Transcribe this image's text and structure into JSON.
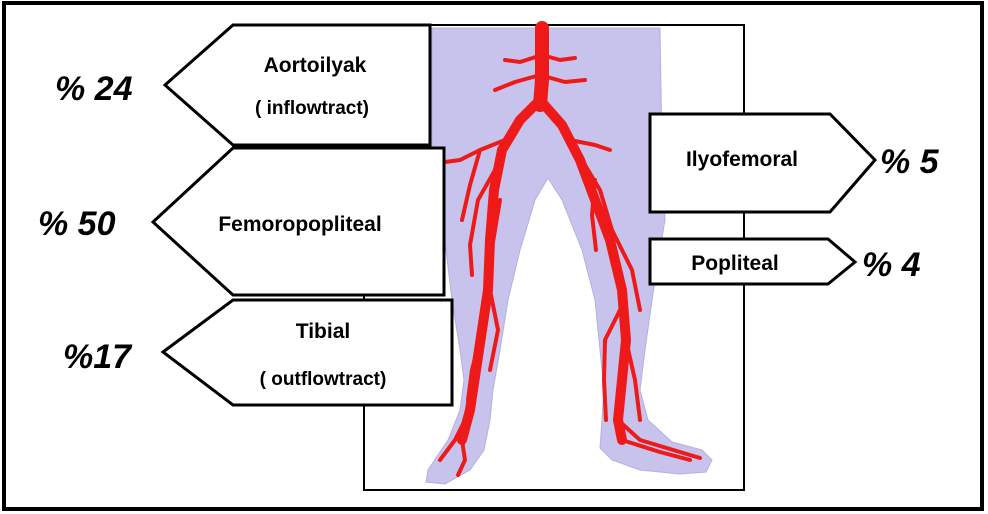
{
  "regions": {
    "aortoilyak": {
      "name": "Aortoilyak",
      "sub": "( inflowtract)",
      "percent": "% 24"
    },
    "femoropopliteal": {
      "name": "Femoropopliteal",
      "percent": "% 50"
    },
    "tibial": {
      "name": "Tibial",
      "sub": "( outflowtract)",
      "percent": "%17"
    },
    "ilyofemoral": {
      "name": "Ilyofemoral",
      "percent": "% 5"
    },
    "popliteal": {
      "name": "Popliteal",
      "percent": "% 4"
    }
  },
  "colors": {
    "leg": "#c7c3ec",
    "artery": "#ee1a1a",
    "outline": "#000000",
    "background": "#ffffff"
  }
}
